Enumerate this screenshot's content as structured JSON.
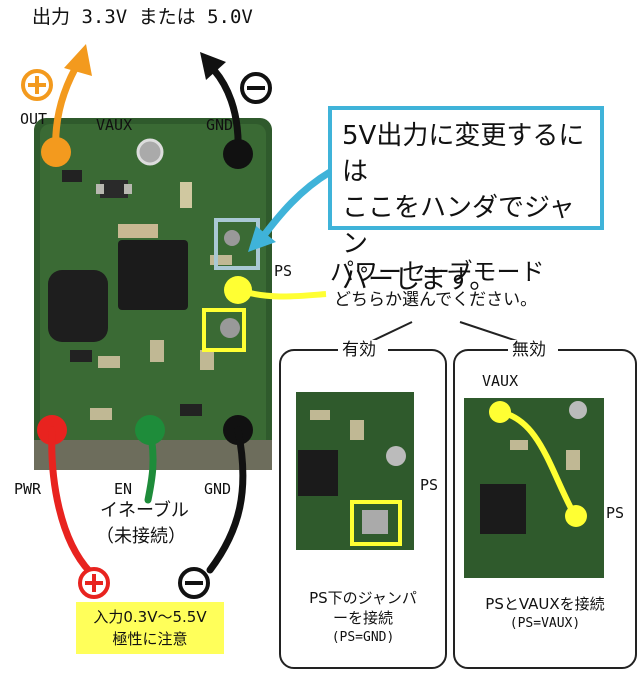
{
  "title": "出力 3.3V または 5.0V",
  "pins": {
    "out": "OUT",
    "vaux": "VAUX",
    "gnd_top": "GND",
    "ps": "PS",
    "pwr": "PWR",
    "en": "EN",
    "gnd_bottom": "GND"
  },
  "callout_5v": {
    "line1": "5V出力に変更するには",
    "line2": "ここをハンダでジャン",
    "line3": "パーします。"
  },
  "power_save": {
    "title": "パワーセーブモード",
    "subtitle": "どちらか選んでください。"
  },
  "enable_note": {
    "line1": "イネーブル",
    "line2": "（未接続）"
  },
  "input_note": {
    "line1": "入力0.3V～5.5V",
    "line2": "極性に注意"
  },
  "panels": {
    "enabled": {
      "header": "有効",
      "pin_label": "PS",
      "caption1": "PS下のジャンパ",
      "caption2": "ーを接続",
      "caption3": "(PS=GND)"
    },
    "disabled": {
      "header": "無効",
      "pin_label_top": "VAUX",
      "pin_label_right": "PS",
      "caption1": "PSとVAUXを接続",
      "caption2": "(PS=VAUX)"
    }
  },
  "symbols": {
    "plus": "+",
    "minus": "−"
  },
  "colors": {
    "out_wire": "#f39a1e",
    "gnd_wire": "#111111",
    "pwr_wire": "#e8231f",
    "en_wire": "#1e8c3a",
    "ps_marker": "#ffff33",
    "callout_border": "#3fb3d9",
    "note_bg": "#ffff5a",
    "pcb_green": "#2f5a2c"
  }
}
